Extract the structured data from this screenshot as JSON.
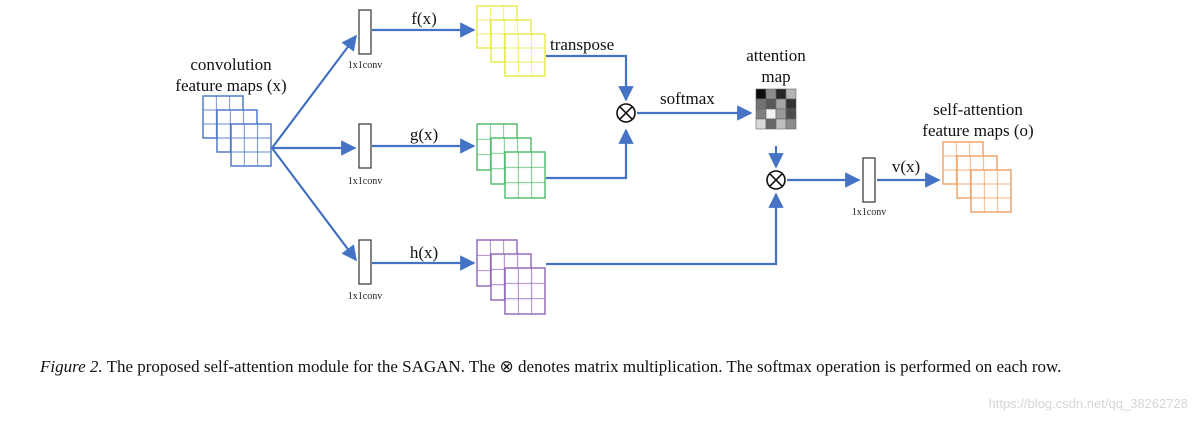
{
  "diagram": {
    "input_label": [
      "convolution",
      "feature maps (x)"
    ],
    "conv_label": "1x1conv",
    "f_label": "f(x)",
    "g_label": "g(x)",
    "h_label": "h(x)",
    "v_label": "v(x)",
    "transpose_label": "transpose",
    "softmax_label": "softmax",
    "attention_label": [
      "attention",
      "map"
    ],
    "output_label": [
      "self-attention",
      "feature maps (o)"
    ],
    "matmul_symbol": "⊗",
    "colors": {
      "arrow": "#4472c4",
      "input_maps": "#4472c4",
      "f_maps": "#e8e84a",
      "g_maps": "#4cb86a",
      "h_maps": "#8e62b8",
      "out_maps": "#f0a060"
    },
    "attention_cells": [
      0.05,
      0.55,
      0.15,
      0.7,
      0.45,
      0.35,
      0.65,
      0.2,
      0.5,
      0.95,
      0.6,
      0.3,
      0.85,
      0.4,
      0.75,
      0.55
    ]
  },
  "caption": {
    "label": "Figure 2.",
    "text": "The proposed self-attention module for the SAGAN. The ⊗ denotes matrix multiplication. The softmax operation is performed on each row."
  },
  "watermark": "https://blog.csdn.net/qq_38262728"
}
